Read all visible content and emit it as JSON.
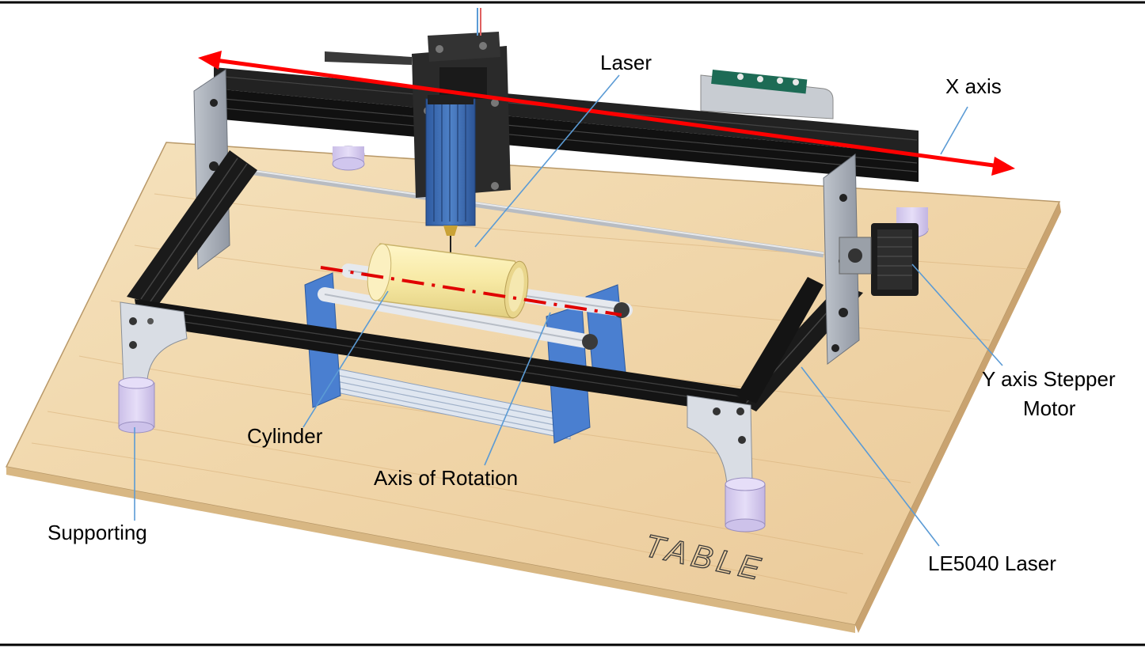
{
  "diagram": {
    "labels": {
      "laser": "Laser",
      "x_axis": "X axis",
      "y_axis_stepper_line1": "Y axis Stepper",
      "y_axis_stepper_line2": "Motor",
      "cylinder": "Cylinder",
      "axis_of_rotation": "Axis of Rotation",
      "supporting": "Supporting",
      "le5040": "LE5040 Laser"
    },
    "table_engraving": "TABLE",
    "colors": {
      "x_axis_arrow": "#ff0000",
      "rotation_axis_line": "#e00000",
      "leader_lines": "#5b9bd5",
      "table_wood": "#f0d7ac",
      "frame_extrusion": "#1a1a1a",
      "laser_module": "#3f6fb5",
      "cylinder": "#f8ecaa",
      "rotary_frame": "#4a7fd0",
      "feet": "#d8cff0"
    }
  }
}
